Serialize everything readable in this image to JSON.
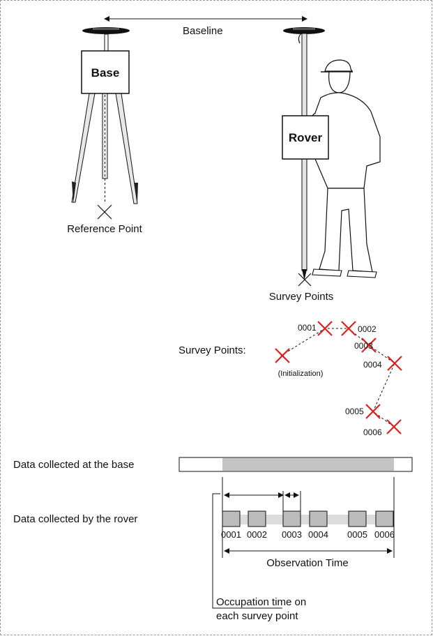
{
  "labels": {
    "baseline": "Baseline",
    "base": "Base",
    "rover": "Rover",
    "reference_point": "Reference Point",
    "survey_points_caption": "Survey Points",
    "survey_points_heading": "Survey Points:",
    "initialization": "(Initialization)",
    "data_base": "Data collected at the base",
    "data_rover": "Data collected by the rover",
    "observation_time": "Observation Time",
    "occupation_line1": "Occupation time on",
    "occupation_line2": "each survey point"
  },
  "survey_points": [
    "0001",
    "0002",
    "0003",
    "0004",
    "0005",
    "0006"
  ],
  "rover_blocks": [
    "0001",
    "0002",
    "0003",
    "0004",
    "0005",
    "0006"
  ],
  "colors": {
    "survey_mark": "#e02020",
    "block_fill": "#bcbcbc",
    "bar_fill": "#c4c4c4",
    "line": "#111111"
  }
}
